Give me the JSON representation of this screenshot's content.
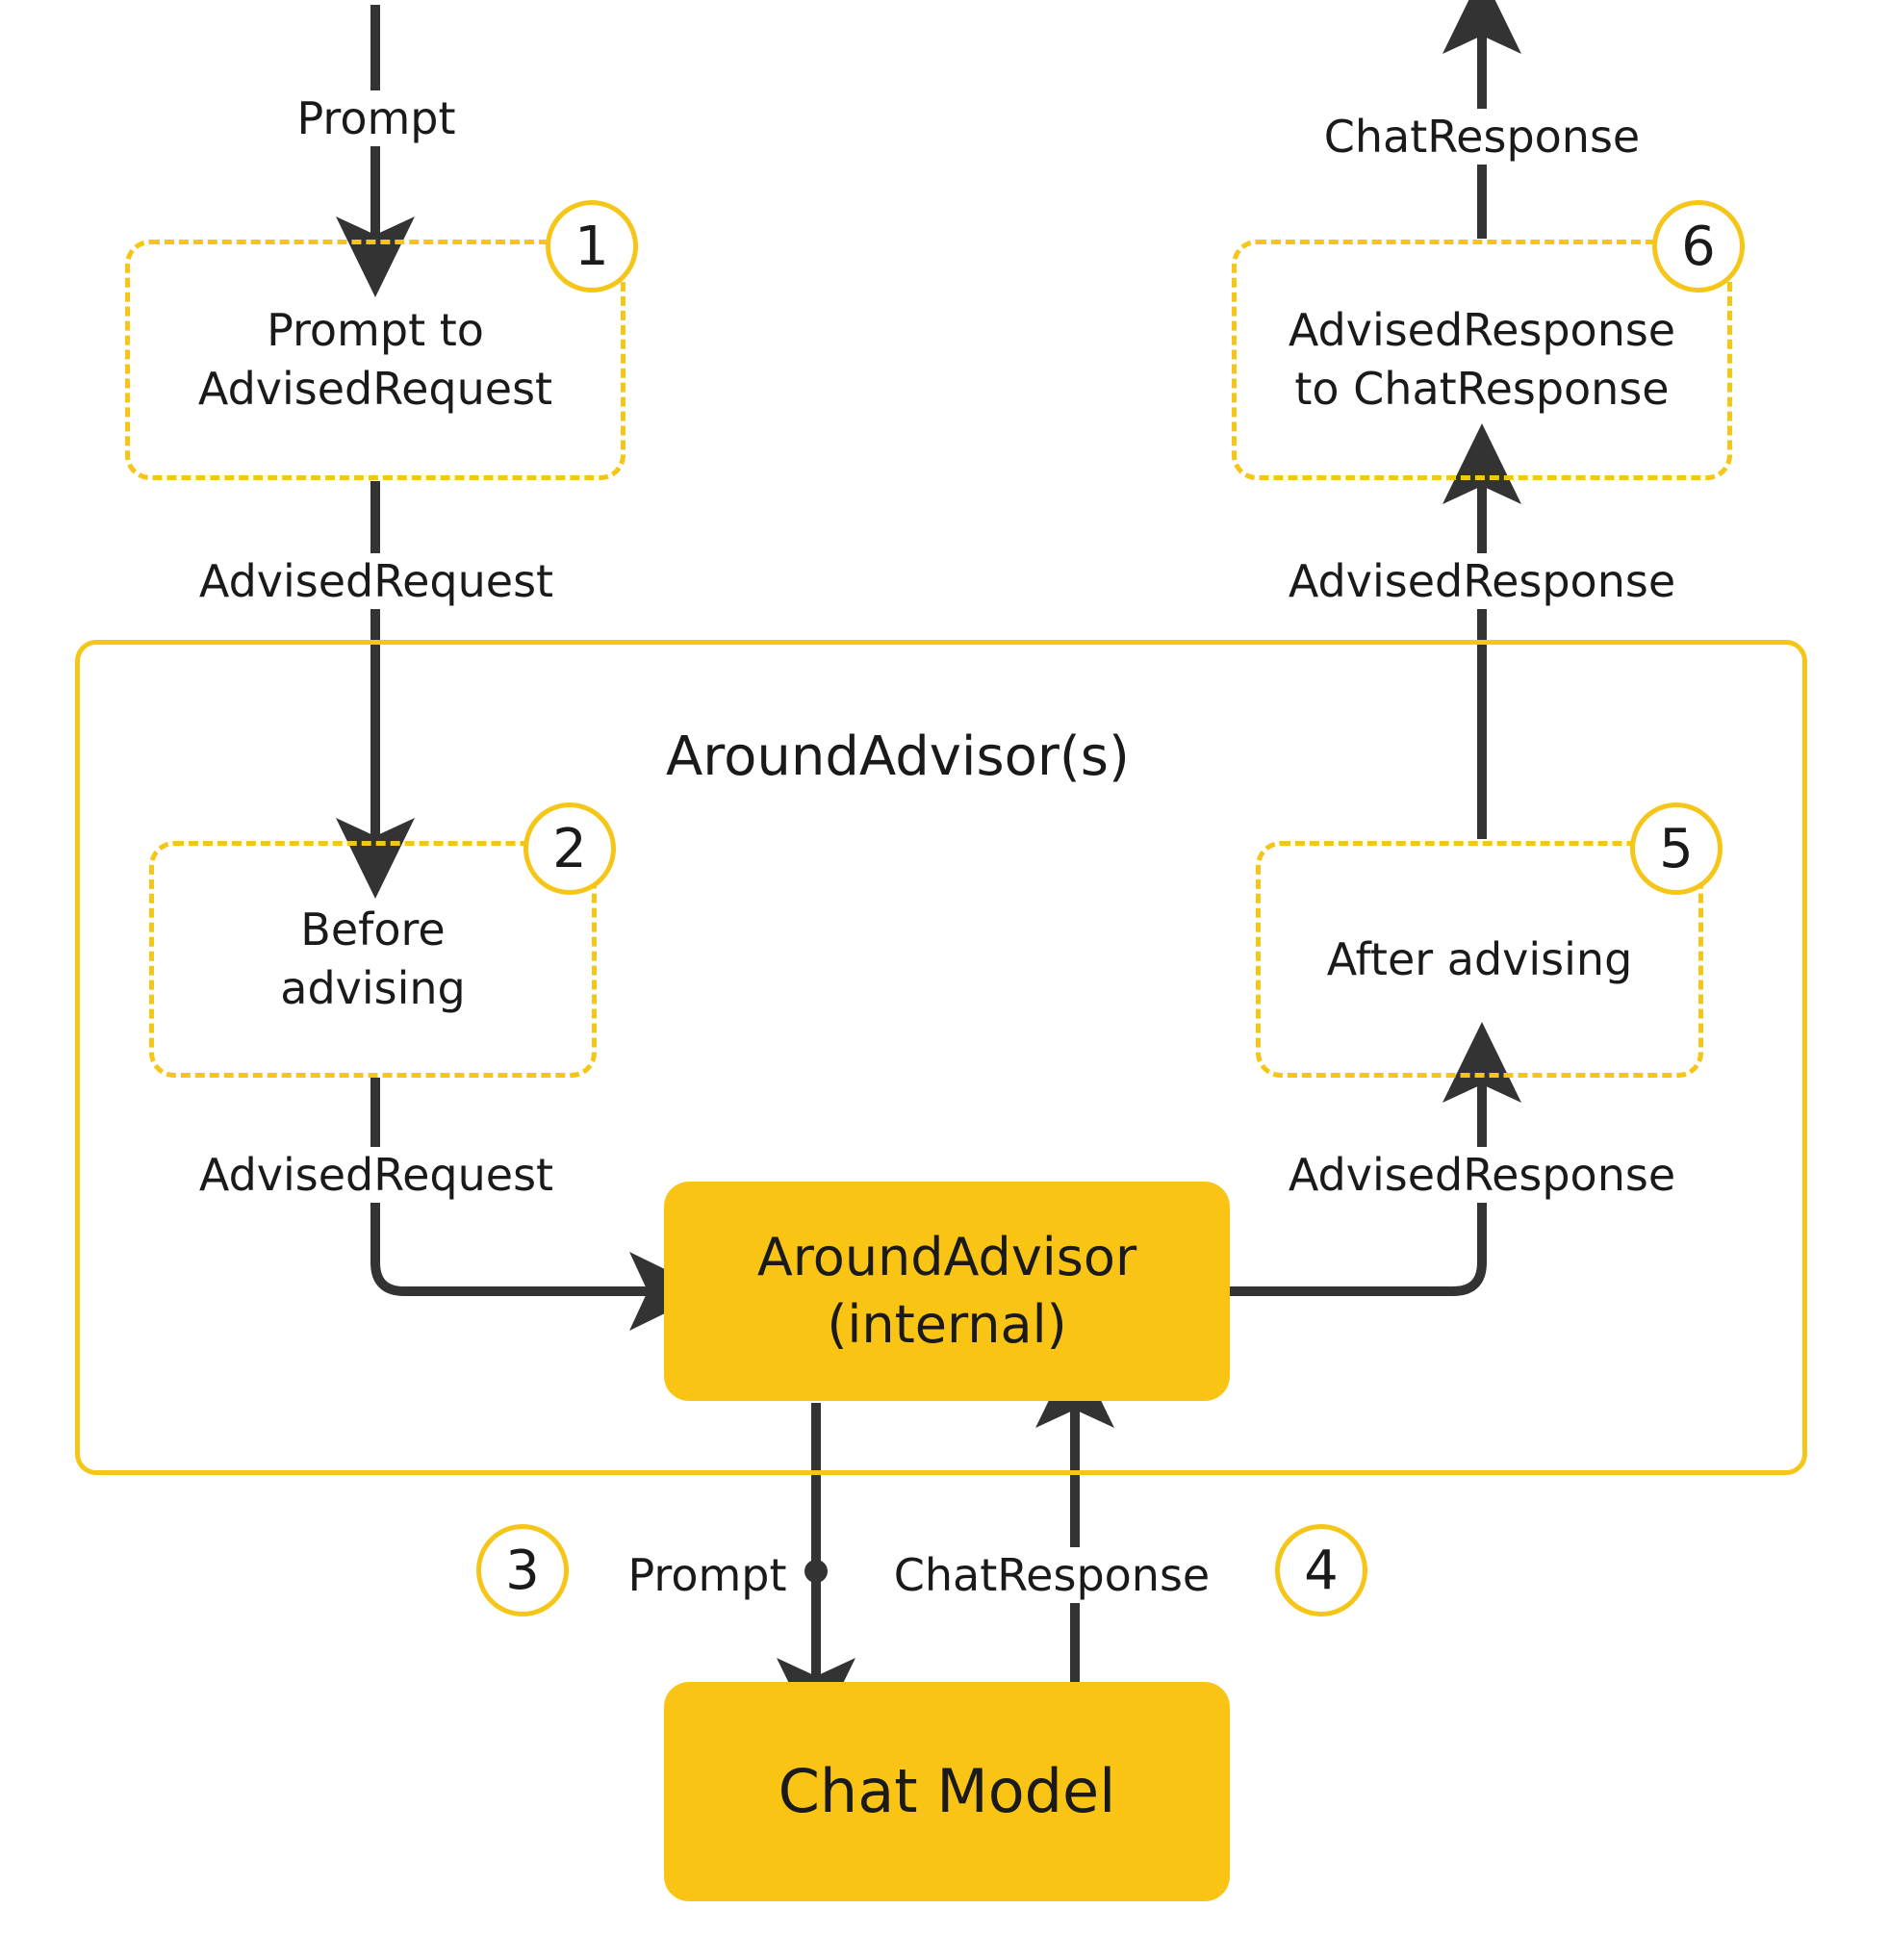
{
  "diagram": {
    "title": "Spring AI AroundAdvisor request/response flow",
    "accent_color": "#F5C518",
    "node_fill": "#FAC414",
    "line_color": "#333333",
    "text_color": "#1a1a1a"
  },
  "group": {
    "label": "AroundAdvisor(s)"
  },
  "steps": [
    {
      "number": "1",
      "label": "Prompt to\nAdvisedRequest"
    },
    {
      "number": "2",
      "label": "Before\nadvising"
    },
    {
      "number": "3",
      "label": ""
    },
    {
      "number": "4",
      "label": ""
    },
    {
      "number": "5",
      "label": "After advising"
    },
    {
      "number": "6",
      "label": "AdvisedResponse\nto ChatResponse"
    }
  ],
  "nodes": {
    "around_advisor_internal": "AroundAdvisor\n(internal)",
    "chat_model": "Chat Model"
  },
  "edges": {
    "prompt_in": "Prompt",
    "advised_request_1": "AdvisedRequest",
    "advised_request_2": "AdvisedRequest",
    "prompt_to_model": "Prompt",
    "chat_response_from_model": "ChatResponse",
    "advised_response_1": "AdvisedResponse",
    "advised_response_2": "AdvisedResponse",
    "chat_response_out": "ChatResponse"
  }
}
